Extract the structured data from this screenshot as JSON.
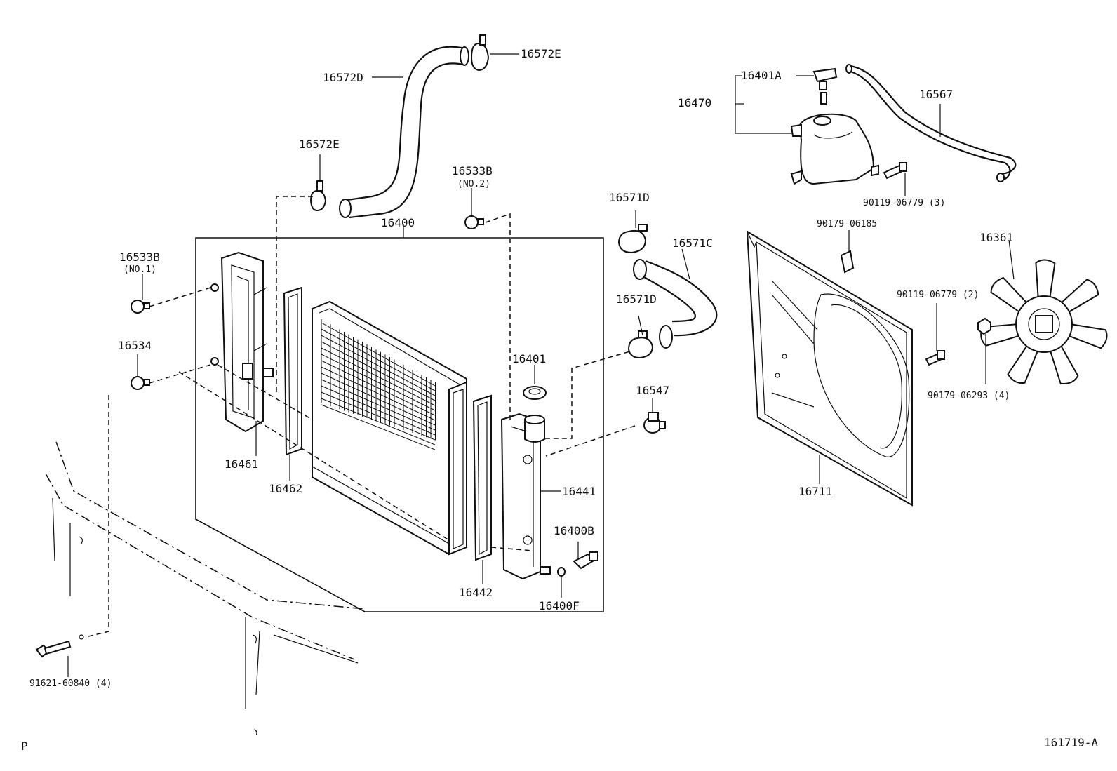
{
  "labels": {
    "p16572D": "16572D",
    "p16572E_top": "16572E",
    "p16572E_mid": "16572E",
    "p16533B_no2": "16533B",
    "p16533B_no2_sub": "(NO.2)",
    "p16400": "16400",
    "p16533B_no1": "16533B",
    "p16533B_no1_sub": "(NO.1)",
    "p16534": "16534",
    "p16461": "16461",
    "p16462": "16462",
    "p16401": "16401",
    "p16441": "16441",
    "p16442": "16442",
    "p16400B": "16400B",
    "p16400F": "16400F",
    "p16571D_top": "16571D",
    "p16571C": "16571C",
    "p16571D_mid": "16571D",
    "p16547": "16547",
    "p16401A": "16401A",
    "p16470": "16470",
    "p16567": "16567",
    "p90119_3": "90119-06779 (3)",
    "p90179_06185": "90179-06185",
    "p16361": "16361",
    "p90119_2": "90119-06779 (2)",
    "p90179_06293": "90179-06293 (4)",
    "p16711": "16711",
    "p91621": "91621-60840 (4)",
    "corner_p": "P",
    "figure_id": "161719-A"
  }
}
